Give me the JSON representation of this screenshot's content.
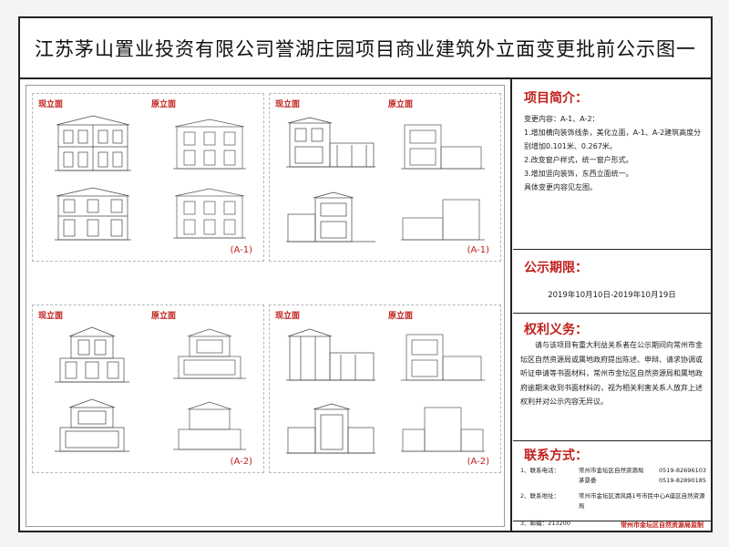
{
  "title": "江苏茅山置业投资有限公司誉湖庄园项目商业建筑外立面变更批前公示图一",
  "drawings": {
    "current_label": "现立面",
    "original_label": "原立面",
    "tag_a1": "(A-1)",
    "tag_a2": "(A-2)"
  },
  "intro": {
    "heading": "项目简介：",
    "lines": [
      "变更内容：A-1、A-2：",
      "1.增加横向装饰线条，美化立面，A-1、A-2建筑高度分别增加0.101米、0.267米。",
      "2.改变窗户样式，统一窗户形式。",
      "3.增加竖向装饰，东西立面统一。",
      "具体变更内容见左图。"
    ]
  },
  "period": {
    "heading": "公示期限：",
    "dates": "2019年10月10日-2019年10月19日"
  },
  "rights": {
    "heading": "权利义务：",
    "text": "请与该项目有重大利益关系者在公示期间向常州市金坛区自然资源局或属地政府提出陈述、申辩、请求协调或听证申请等书面材料，常州市金坛区自然资源局和属地政府逾期未收到书面材料的，视为相关利害关系人放弃上述权利并对公示内容无异议。"
  },
  "contact": {
    "heading": "联系方式：",
    "phone_label": "1、联系电话：",
    "phone1_org": "常州市金坛区自然资源局",
    "phone1_num": "0519-82696103",
    "phone2_org": "茅景委",
    "phone2_num": "0519-82890185",
    "address_label": "2、联系地址：",
    "address": "常州市金坛区清风路1号市民中心A座区自然资源局",
    "postcode": "3、邮编：213200"
  },
  "footer": "常州市金坛区自然资源局监制"
}
